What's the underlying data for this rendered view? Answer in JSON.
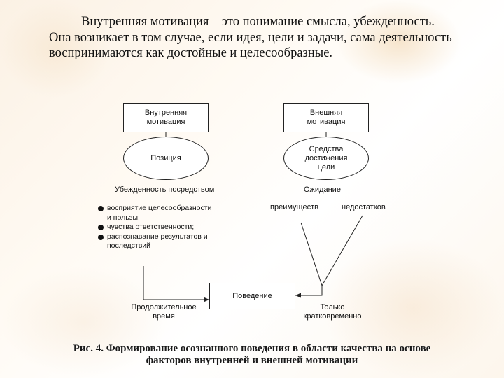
{
  "intro_text": "Внутренняя мотивация – это понимание смысла, убежденность. Она возникает в том случае, если идея, цели и задачи, сама деятельность воспринимаются как достойные и целесообразные.",
  "diagram": {
    "internal_box": [
      "Внутренняя",
      "мотивация"
    ],
    "external_box": [
      "Внешняя",
      "мотивация"
    ],
    "position_oval": "Позиция",
    "means_oval": [
      "Средства",
      "достижения",
      "цели"
    ],
    "conviction_label": "Убежденность посредством",
    "expectation_label": "Ожидание",
    "bullets": [
      {
        "text": "восприятие целесообразности",
        "dot": true
      },
      {
        "text": "и пользы;",
        "dot": false
      },
      {
        "text": "чувства ответственности;",
        "dot": true
      },
      {
        "text": "распознавание результатов и",
        "dot": true
      },
      {
        "text": "последствий",
        "dot": false
      }
    ],
    "advantages_label": "преимуществ",
    "disadvantages_label": "недостатков",
    "behavior_box": "Поведение",
    "long_time_label": [
      "Продолжительное",
      "время"
    ],
    "short_time_label": [
      "Только",
      "кратковременно"
    ]
  },
  "caption": [
    "Рис. 4. Формирование осознанного поведения в области качества на основе",
    "факторов внутренней и внешней мотивации"
  ]
}
